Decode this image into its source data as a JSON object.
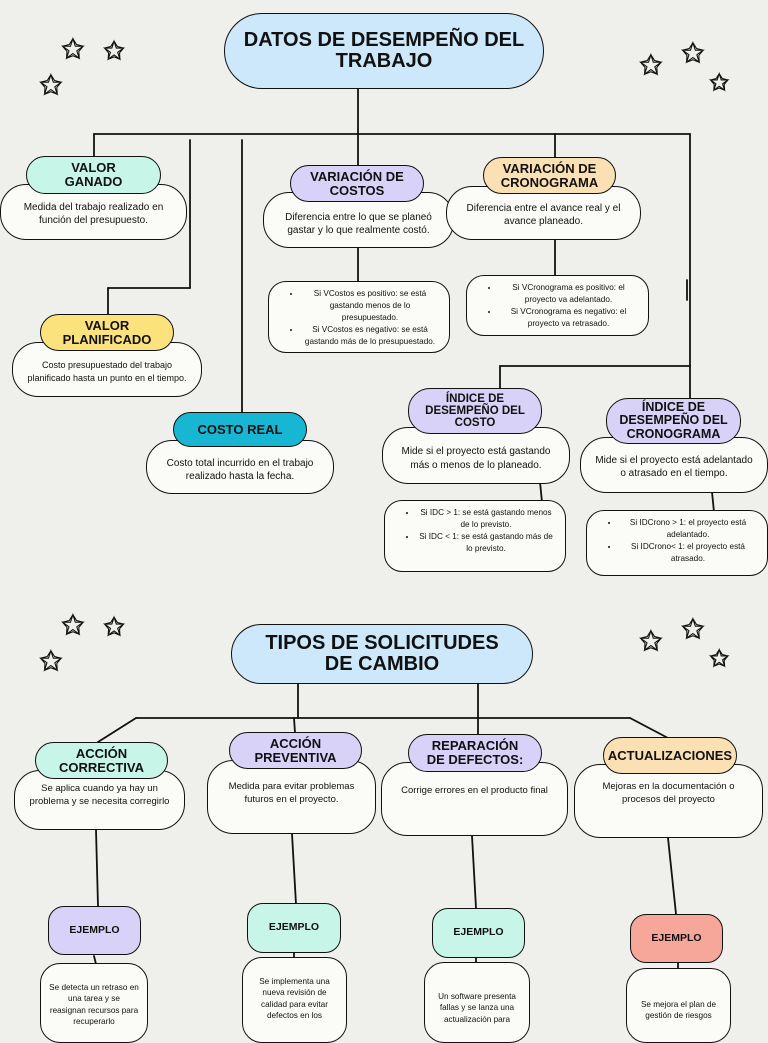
{
  "diagram1": {
    "title": "DATOS DE DESEMPEÑO DEL TRABAJO",
    "valor_ganado": {
      "label": "VALOR GANADO",
      "desc": "Medida del trabajo realizado en función del presupuesto."
    },
    "variacion_costos": {
      "label": "VARIACIÓN DE COSTOS",
      "desc": "Diferencia entre lo que se planeó gastar y lo que realmente costó.",
      "bullets": [
        "Si VCostos es positivo: se está gastando menos de lo presupuestado.",
        "Si VCostos es negativo: se está gastando más de lo presupuestado."
      ]
    },
    "variacion_cronograma": {
      "label": "VARIACIÓN DE CRONOGRAMA",
      "desc": "Diferencia entre el avance real y el avance planeado.",
      "bullets": [
        "Si VCronograma es positivo: el proyecto va adelantado.",
        "Si VCronograma es negativo: el proyecto va retrasado."
      ]
    },
    "valor_planificado": {
      "label": "VALOR PLANIFICADO",
      "desc": "Costo presupuestado del trabajo planificado hasta un punto en el tiempo."
    },
    "costo_real": {
      "label": "COSTO REAL",
      "desc": "Costo total incurrido en el trabajo realizado hasta la fecha."
    },
    "indice_costo": {
      "label": "ÍNDICE DE DESEMPEÑO DEL COSTO",
      "desc": "Mide si el proyecto está gastando más o menos de lo planeado.",
      "bullets": [
        "Si IDC > 1: se está gastando menos de lo previsto.",
        "Si IDC < 1: se está gastando más de lo previsto."
      ]
    },
    "indice_cronograma": {
      "label": "ÍNDICE DE DESEMPEÑO DEL CRONOGRAMA",
      "desc": "Mide si el proyecto está adelantado o atrasado en el tiempo.",
      "bullets": [
        "Si IDCrono > 1: el proyecto está adelantado.",
        "Si IDCrono< 1: el proyecto está atrasado."
      ]
    }
  },
  "diagram2": {
    "title": "TIPOS DE SOLICITUDES DE CAMBIO",
    "accion_correctiva": {
      "label": "ACCIÓN CORRECTIVA",
      "desc": "Se aplica cuando ya hay un problema y se necesita corregirlo",
      "ejemplo": "EJEMPLO",
      "ejemplo_text": "Se detecta un retraso en una tarea y se reasignan recursos para recuperarlo"
    },
    "accion_preventiva": {
      "label": "ACCIÓN PREVENTIVA",
      "desc": "Medida para evitar problemas futuros en el proyecto.",
      "ejemplo": "EJEMPLO",
      "ejemplo_text": "Se implementa una nueva revisión de calidad para evitar defectos en los"
    },
    "reparacion_defectos": {
      "label": "REPARACIÓN DE DEFECTOS:",
      "desc": "Corrige errores en el producto final",
      "ejemplo": "EJEMPLO",
      "ejemplo_text": "Un software presenta fallas y se lanza una actualización para"
    },
    "actualizaciones": {
      "label": "ACTUALIZACIONES",
      "desc": "Mejoras en la documentación o procesos del proyecto",
      "ejemplo": "EJEMPLO",
      "ejemplo_text": "Se mejora el plan de gestión de riesgos"
    }
  },
  "colors": {
    "mint": "#c7f5e7",
    "lavender": "#d8d2f8",
    "peach": "#fbe0b4",
    "yellow": "#fbe27c",
    "teal": "#17b6d2",
    "salmon": "#f6a79a",
    "title_blue": "#cde8fb"
  },
  "decorations": [
    "star-icon"
  ]
}
